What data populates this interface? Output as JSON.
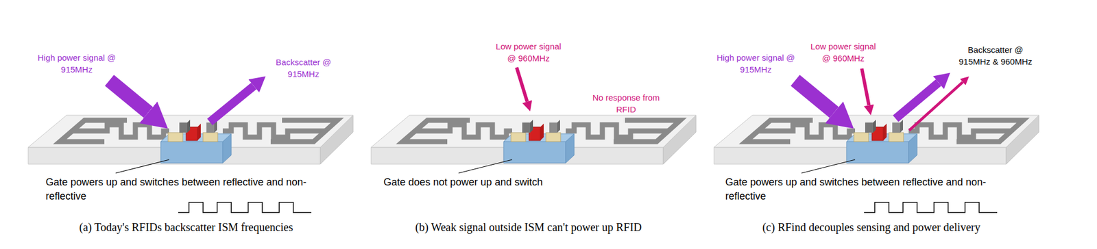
{
  "diagram": {
    "labels": [
      "High power signal @ 915MHz",
      "Backscatter @ 915MHz",
      "Gate powers up and switches between reflective and non-reflective",
      "(a) Today's RFIDs backscatter ISM frequencies",
      "Low power signal @ 960MHz",
      "No response from RFID",
      "Gate does not power up and switch",
      "(b) Weak signal outside ISM can't power up RFID",
      "High power signal @ 915MHz",
      "Low power signal @ 960MHz",
      "Backscatter @ 915MHz & 960MHz",
      "Gate powers up and switches between reflective and non-reflective",
      "(c) RFind decouples sensing and power delivery"
    ]
  }
}
